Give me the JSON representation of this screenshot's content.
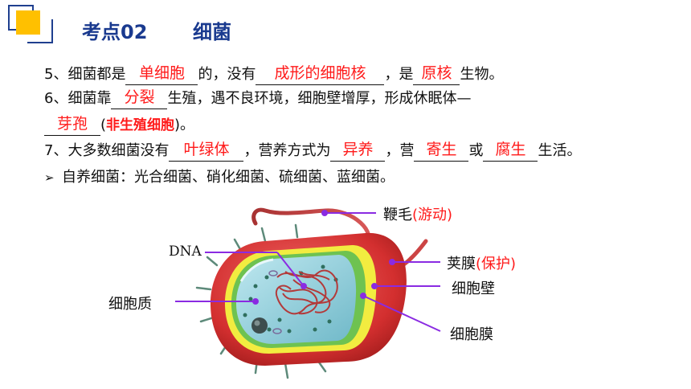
{
  "header": {
    "topic_number": "考点02",
    "topic_name": "细菌"
  },
  "line5": {
    "p1": "5、细菌都是",
    "a1": "单细胞",
    "p2": "的，没有",
    "a2": "成形的细胞核",
    "p3": "，是",
    "a3": "原核",
    "p4": "生物。"
  },
  "line6": {
    "p1": "6、细菌靠",
    "a1": "分裂",
    "p2": "生殖，遇不良环境，细胞壁增厚，形成休眠体—"
  },
  "line6b": {
    "a1": "芽孢",
    "p_open": "(",
    "note": "非生殖细胞",
    "p_close": ")。"
  },
  "line7": {
    "p1": "7、大多数细菌没有",
    "a1": "叶绿体",
    "p2": "，营养方式为",
    "a2": "异养",
    "p3": "，营",
    "a3": "寄生",
    "p4": "或",
    "a4": "腐生",
    "p5": "生活。"
  },
  "bullet": {
    "text": "自养细菌：光合细菌、硝化细菌、硫细菌、蓝细菌。"
  },
  "diagram": {
    "flagellum": {
      "name": "鞭毛",
      "note": "(游动)"
    },
    "dna": "DNA",
    "capsule": {
      "name": "荚膜",
      "note": "(保护)"
    },
    "cell_wall": "细胞壁",
    "cytoplasm": "细胞质",
    "cell_membrane": "细胞膜"
  },
  "colors": {
    "title": "#1a3a8f",
    "answer": "#ff1a1a",
    "accent": "#ffc000",
    "leader": "#8a2be2"
  }
}
